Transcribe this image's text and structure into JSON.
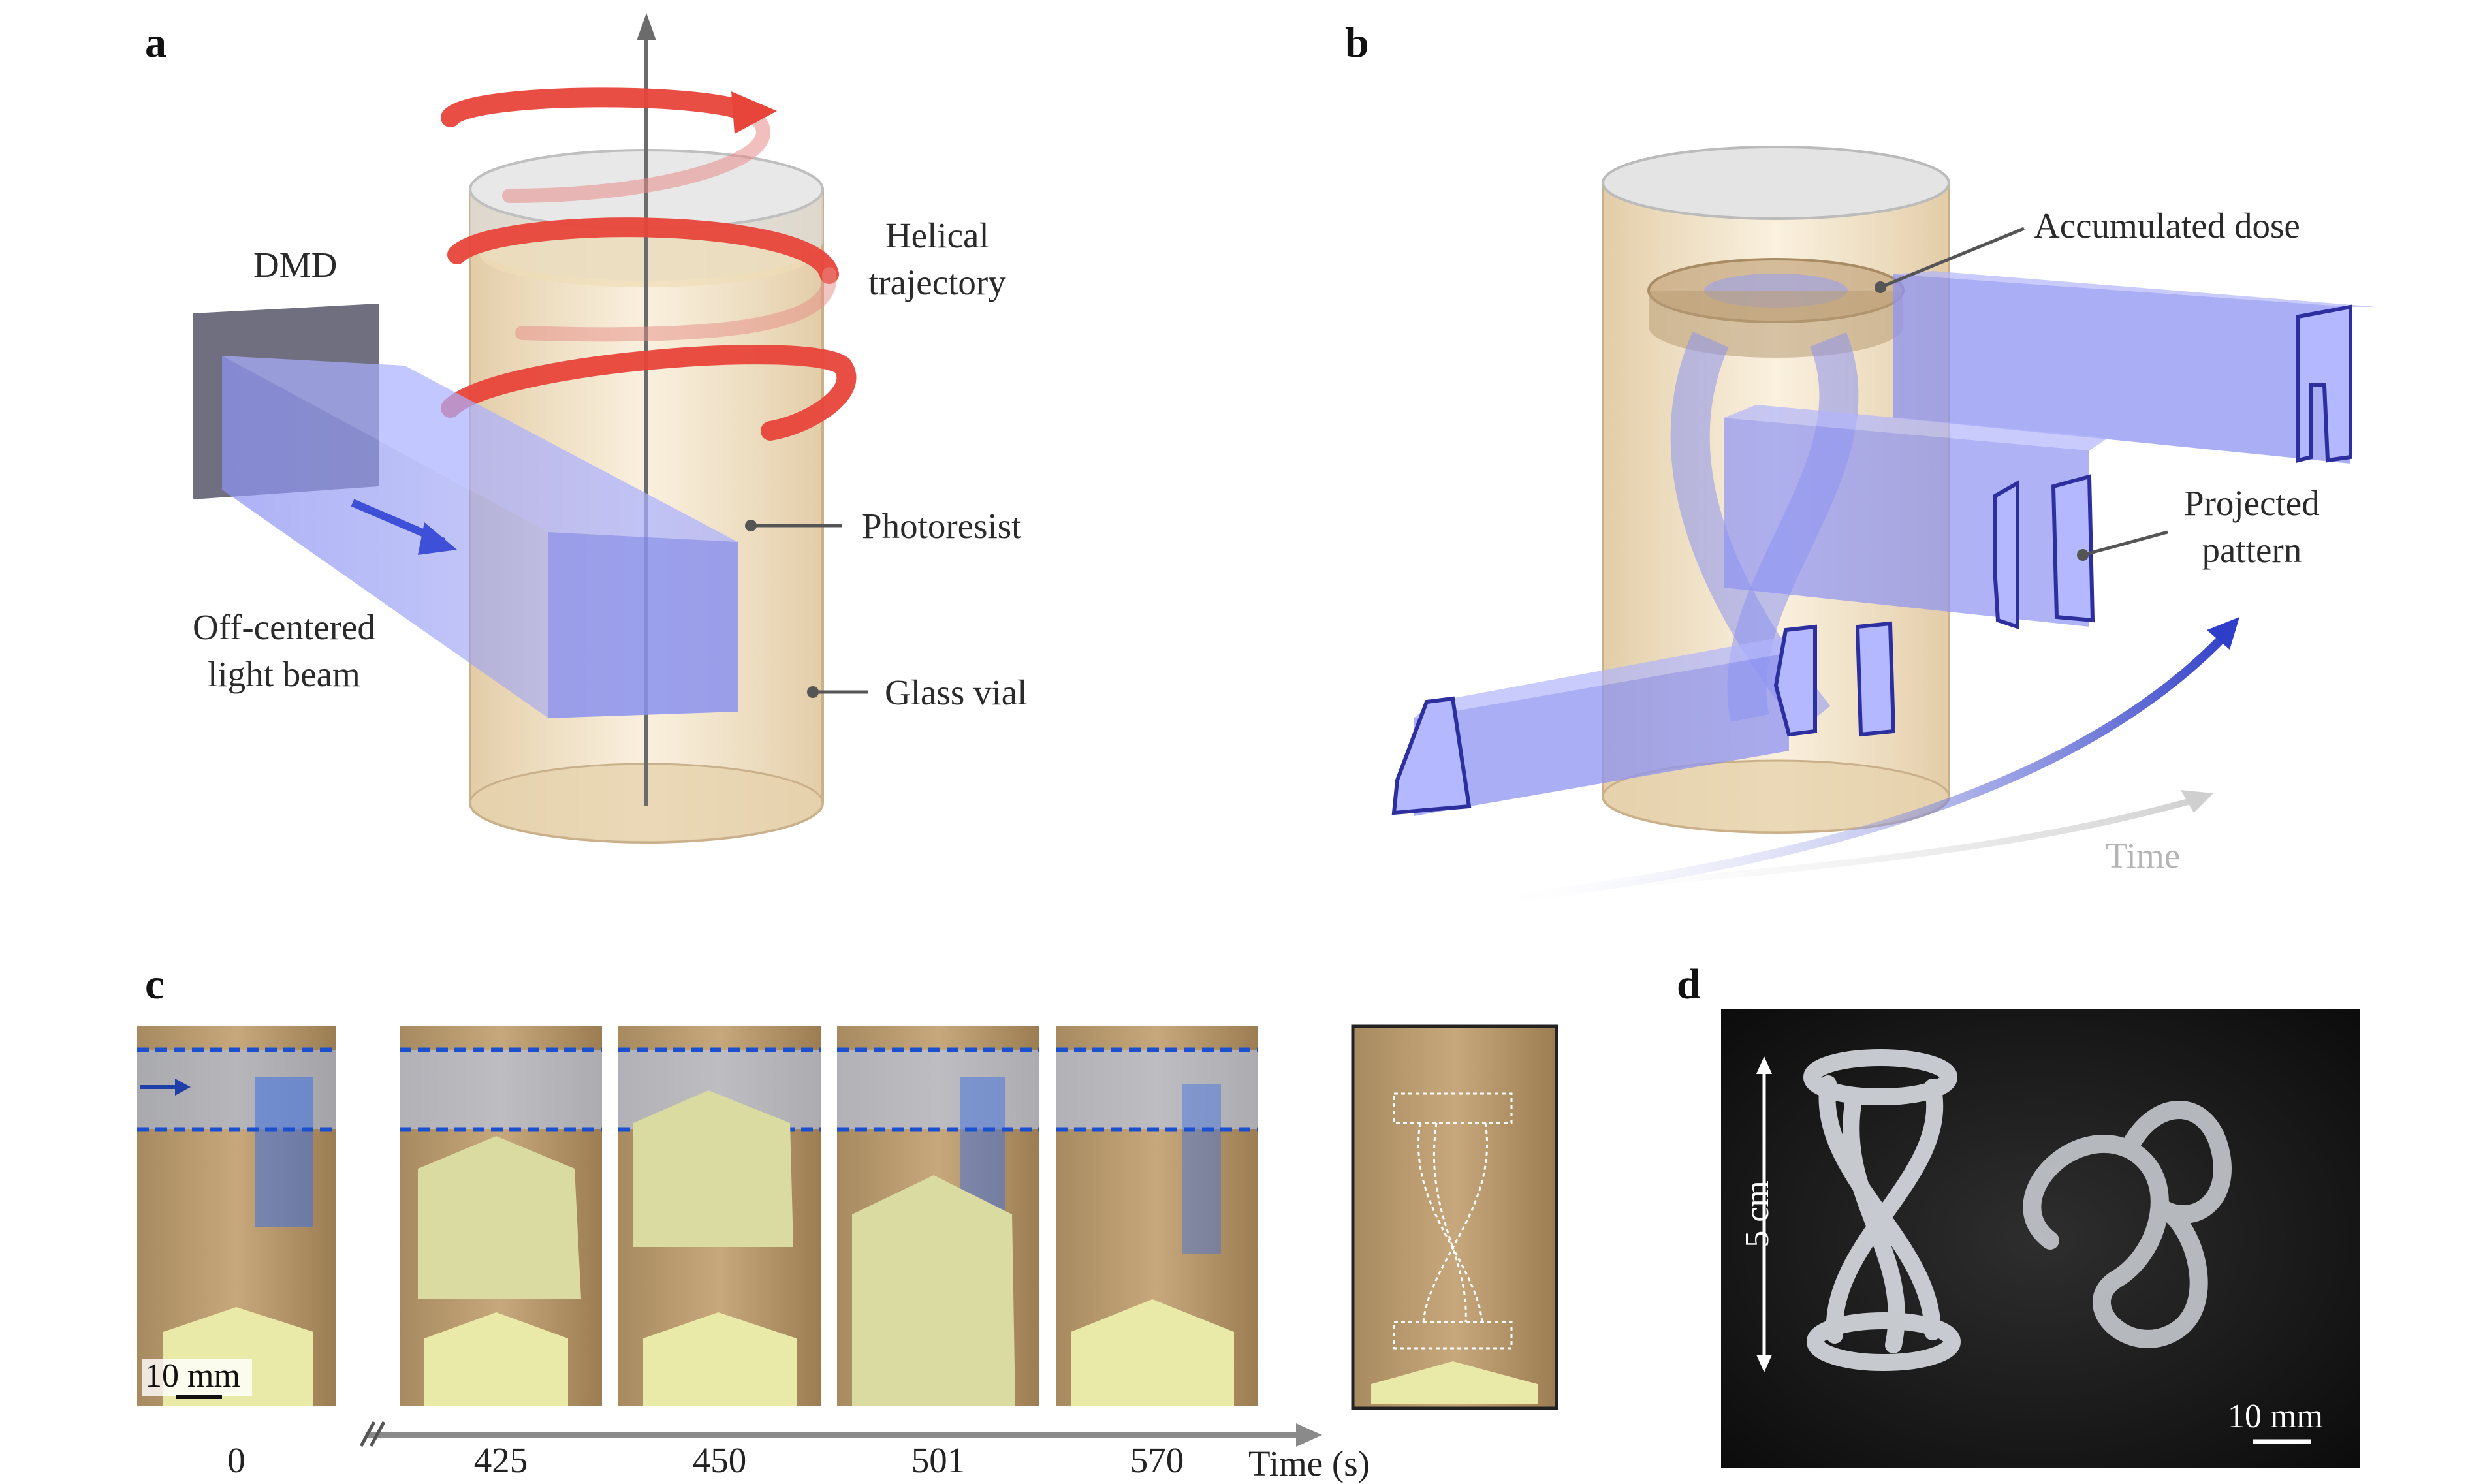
{
  "panels": {
    "a": {
      "letter": "a",
      "labels": {
        "dmd": "DMD",
        "helical": "Helical\ntrajectory",
        "photoresist": "Photoresist",
        "glass_vial": "Glass vial",
        "beam": "Off-centered\nlight beam"
      }
    },
    "b": {
      "letter": "b",
      "labels": {
        "accumulated": "Accumulated dose",
        "projected": "Projected\npattern",
        "time": "Time"
      }
    },
    "c": {
      "letter": "c",
      "scale_bar": "10 mm",
      "time_ticks": [
        "0",
        "425",
        "450",
        "501",
        "570"
      ],
      "time_axis_label": "Time (s)"
    },
    "d": {
      "letter": "d",
      "height_label": "5 cm",
      "scale_bar": "10 mm"
    }
  },
  "colors": {
    "beam_blue": "#7f86f0",
    "helix_red": "#e8453a",
    "resist_amber": "#e8c58f",
    "dashed_blue": "#1a4fd0"
  }
}
